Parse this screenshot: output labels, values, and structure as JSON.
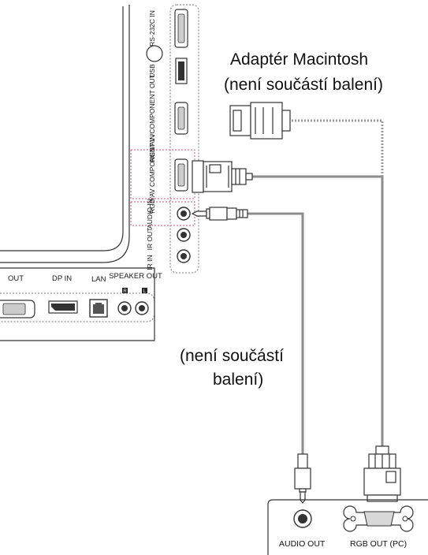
{
  "panel": {
    "side_ports": {
      "rs232c_in": "RS-232C IN",
      "usb": "USB",
      "rgb_component_out": "RGB/AV /COMPONENT OUT",
      "rgb_component_in": "RGB/AV COMPONENT IN",
      "audio_in": "AUDIO IN",
      "ir_out": "IR OUT",
      "ir_in": "IR IN"
    },
    "bottom_ports": {
      "out": "OUT",
      "dp_in": "DP IN",
      "lan": "LAN",
      "speaker_out": "SPEAKER OUT",
      "speaker_r": "R",
      "speaker_l": "L"
    }
  },
  "captions": {
    "mac_adapter_line1": "Adaptér Macintosh",
    "mac_adapter_line2": "(není součástí balení)",
    "cable_line1": "(není součástí",
    "cable_line2": "balení)"
  },
  "pc": {
    "audio_out": "AUDIO OUT",
    "rgb_out": "RGB OUT (PC)"
  },
  "colors": {
    "cable": "#8c8c8c",
    "dotted_cable": "#999999",
    "highlight": "#d0508a",
    "panel_line": "#333333"
  }
}
